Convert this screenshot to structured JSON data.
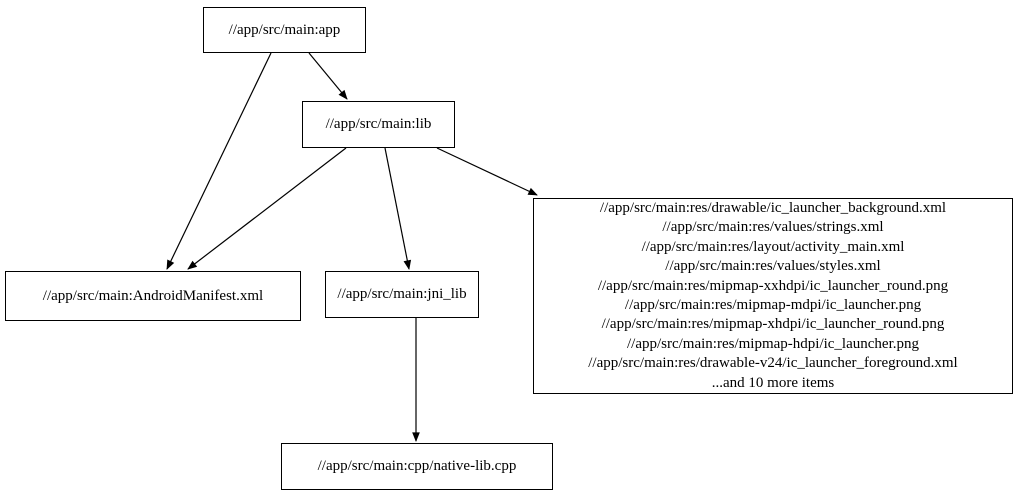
{
  "diagram": {
    "kind": "dependency-graph",
    "colors": {
      "background": "#ffffff",
      "node_border": "#000000",
      "node_fill": "#ffffff",
      "edge": "#000000",
      "text": "#000000"
    },
    "nodes": {
      "app": {
        "label": "//app/src/main:app"
      },
      "lib": {
        "label": "//app/src/main:lib"
      },
      "manifest": {
        "label": "//app/src/main:AndroidManifest.xml"
      },
      "jni_lib": {
        "label": "//app/src/main:jni_lib"
      },
      "native_lib": {
        "label": "//app/src/main:cpp/native-lib.cpp"
      },
      "resources": {
        "lines": [
          "//app/src/main:res/drawable/ic_launcher_background.xml",
          "//app/src/main:res/values/strings.xml",
          "//app/src/main:res/layout/activity_main.xml",
          "//app/src/main:res/values/styles.xml",
          "//app/src/main:res/mipmap-xxhdpi/ic_launcher_round.png",
          "//app/src/main:res/mipmap-mdpi/ic_launcher.png",
          "//app/src/main:res/mipmap-xhdpi/ic_launcher_round.png",
          "//app/src/main:res/mipmap-hdpi/ic_launcher.png",
          "//app/src/main:res/drawable-v24/ic_launcher_foreground.xml",
          "...and 10 more items"
        ]
      }
    },
    "edges": [
      {
        "from": "//app/src/main:app",
        "to": "//app/src/main:lib"
      },
      {
        "from": "//app/src/main:app",
        "to": "//app/src/main:AndroidManifest.xml"
      },
      {
        "from": "//app/src/main:lib",
        "to": "//app/src/main:AndroidManifest.xml"
      },
      {
        "from": "//app/src/main:lib",
        "to": "//app/src/main:jni_lib"
      },
      {
        "from": "//app/src/main:lib",
        "to": "//app/src/main:res (resource group)"
      },
      {
        "from": "//app/src/main:jni_lib",
        "to": "//app/src/main:cpp/native-lib.cpp"
      }
    ]
  }
}
